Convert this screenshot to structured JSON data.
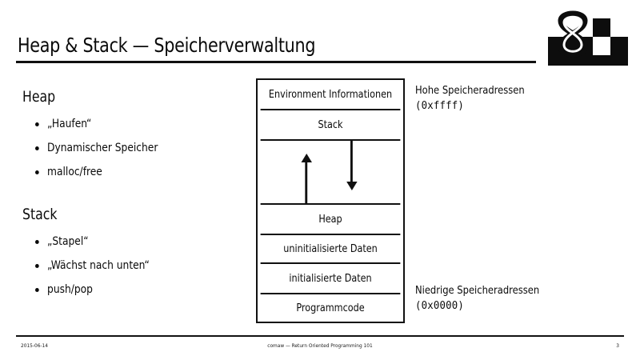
{
  "slide": {
    "title": "Heap & Stack — Speicherverwaltung",
    "logo_name": "hourglass-logo"
  },
  "content": {
    "heap": {
      "heading": "Heap",
      "bullets": [
        "„Haufen“",
        "Dynamischer Speicher",
        "malloc/free"
      ]
    },
    "stack": {
      "heading": "Stack",
      "bullets": [
        "„Stapel“",
        "„Wächst nach unten“",
        "push/pop"
      ]
    }
  },
  "diagram": {
    "rows": [
      {
        "label": "Environment Informationen",
        "key": "env"
      },
      {
        "label": "Stack",
        "key": "stack"
      },
      {
        "label": "",
        "key": "gap"
      },
      {
        "label": "Heap",
        "key": "heap"
      },
      {
        "label": "uninitialisierte Daten",
        "key": "uninit"
      },
      {
        "label": "initialisierte Daten",
        "key": "init"
      },
      {
        "label": "Programmcode",
        "key": "code"
      }
    ],
    "arrows": {
      "up": "heap-grows-up",
      "down": "stack-grows-down"
    },
    "annotations": {
      "high_label": "Hohe Speicheradressen",
      "high_value": "(0xffff)",
      "low_label": "Niedrige Speicheradressen",
      "low_value": "(0x0000)"
    }
  },
  "footer": {
    "date": "2015-06-14",
    "center": "comaw — Return Oriented Programming 101",
    "page": "3"
  },
  "colors": {
    "ink": "#101010",
    "background": "#ffffff"
  }
}
